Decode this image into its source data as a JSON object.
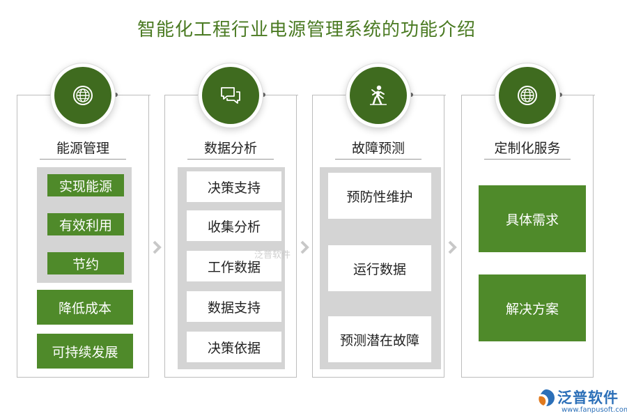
{
  "title": "智能化工程行业电源管理系统的功能介绍",
  "cards": [
    {
      "title": "能源管理",
      "icon": "globe-icon",
      "inner_items": [
        "实现能源",
        "有效利用",
        "节约"
      ],
      "outer_items": [
        "降低成本",
        "可持续发展"
      ]
    },
    {
      "title": "数据分析",
      "icon": "chat-bubbles-icon",
      "items": [
        "决策支持",
        "收集分析",
        "工作数据",
        "数据支持",
        "决策依据"
      ]
    },
    {
      "title": "故障预测",
      "icon": "worker-icon",
      "items": [
        "预防性维护",
        "运行数据",
        "预测潜在故障"
      ]
    },
    {
      "title": "定制化服务",
      "icon": "globe-icon",
      "items": [
        "具体需求",
        "解决方案"
      ]
    }
  ],
  "watermark": "泛普软件",
  "logo": {
    "name": "泛普软件",
    "url": "www.fanpusoft.com"
  },
  "colors": {
    "accent_green": "#4f8a2a",
    "circle_green": "#3f6b1f",
    "title_green": "#4a7a22",
    "panel_grey": "#d4d4d4"
  }
}
